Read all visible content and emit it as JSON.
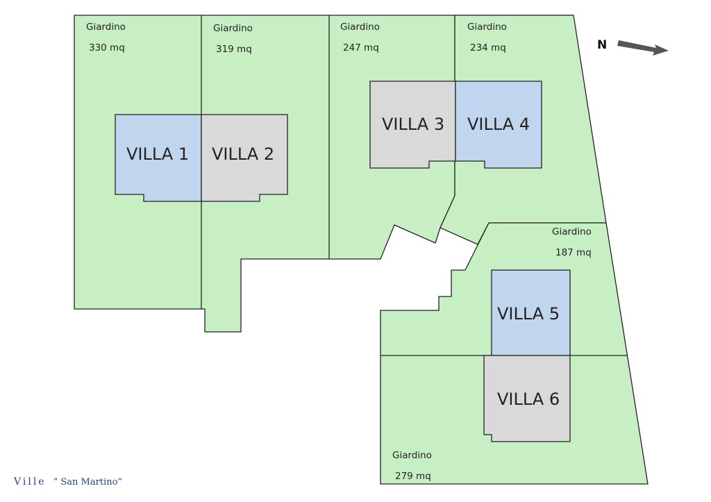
{
  "compass": {
    "label": "N",
    "arrow_icon": "arrow-east-icon"
  },
  "colors": {
    "garden": "#c8efc3",
    "villa_blue": "#c0d6ee",
    "villa_gray": "#d9d9d9",
    "footer": "#1f3f8f"
  },
  "gardens": [
    {
      "label": "Giardino",
      "area": "330 mq"
    },
    {
      "label": "Giardino",
      "area": "319 mq"
    },
    {
      "label": "Giardino",
      "area": "247 mq"
    },
    {
      "label": "Giardino",
      "area": "234 mq"
    },
    {
      "label": "Giardino",
      "area": "187 mq"
    },
    {
      "label": "Giardino",
      "area": "279 mq"
    }
  ],
  "villas": [
    {
      "label": "VILLA 1",
      "color": "blue"
    },
    {
      "label": "VILLA 2",
      "color": "gray"
    },
    {
      "label": "VILLA 3",
      "color": "gray"
    },
    {
      "label": "VILLA 4",
      "color": "blue"
    },
    {
      "label": "VILLA 5",
      "color": "blue"
    },
    {
      "label": "VILLA 6",
      "color": "gray"
    }
  ],
  "footer": {
    "prefix": "Ville",
    "name": "“ San Martino”"
  }
}
